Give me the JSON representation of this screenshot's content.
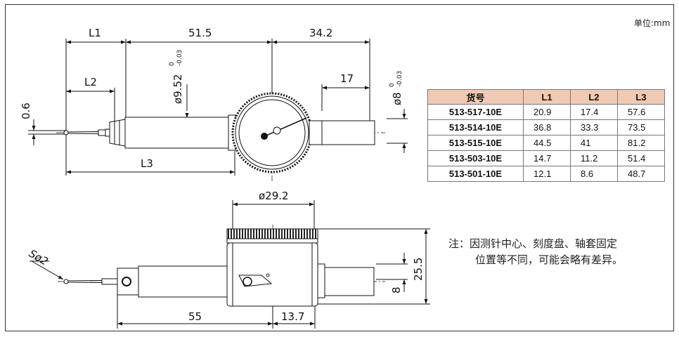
{
  "unit_label": "单位:mm",
  "dims": {
    "L1": "L1",
    "L2": "L2",
    "L3": "L3",
    "d51_5": "51.5",
    "d34_2": "34.2",
    "d17": "17",
    "d0_6": "0.6",
    "d9_52": "ø9.52",
    "d9_52_tol_up": "0",
    "d9_52_tol_low": "-0.03",
    "d8": "ø8",
    "d8_tol_up": "0",
    "d8_tol_low": "-0.03",
    "d29_2": "ø29.2",
    "d25_5": "25.5",
    "d8_side": "8",
    "d55": "55",
    "d13_7": "13.7",
    "sphere": "Sø2"
  },
  "table": {
    "headers": [
      "货号",
      "L1",
      "L2",
      "L3"
    ],
    "rows": [
      [
        "513-517-10E",
        "20.9",
        "17.4",
        "57.6"
      ],
      [
        "513-514-10E",
        "36.8",
        "33.3",
        "73.5"
      ],
      [
        "513-515-10E",
        "44.5",
        "41",
        "81.2"
      ],
      [
        "513-503-10E",
        "14.7",
        "11.2",
        "51.4"
      ],
      [
        "513-501-10E",
        "12.1",
        "8.6",
        "48.7"
      ]
    ]
  },
  "note": {
    "line1": "注：因测针中心、刻度盘、轴套固定",
    "line2": "位置等不同，可能会略有差异。"
  }
}
